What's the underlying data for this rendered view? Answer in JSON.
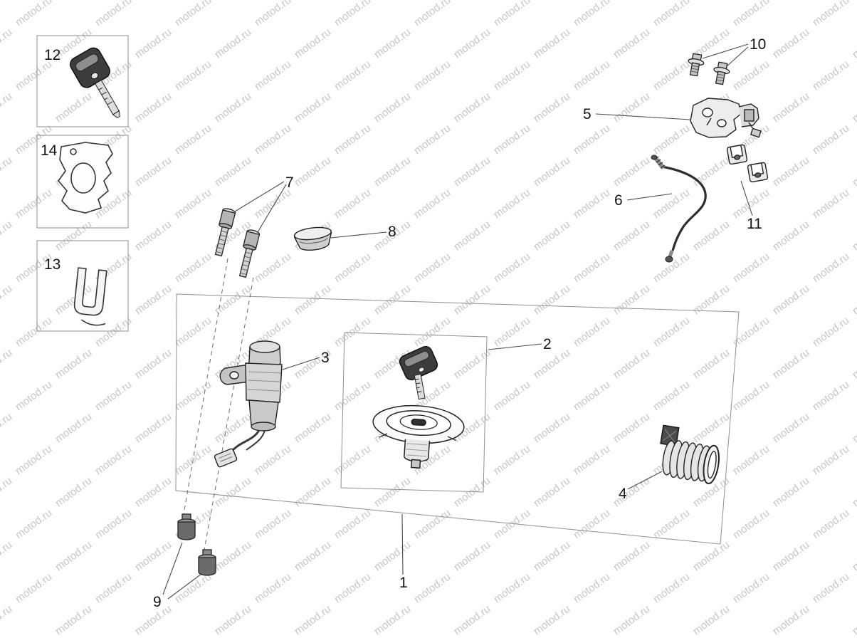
{
  "watermark": {
    "text": "motod.ru",
    "color": "#c7c7c7"
  },
  "part_labels": {
    "p1": "1",
    "p2": "2",
    "p3": "3",
    "p4": "4",
    "p5": "5",
    "p6": "6",
    "p7": "7",
    "p8": "8",
    "p9": "9",
    "p10": "10",
    "p11": "11",
    "p12": "12",
    "p13": "13",
    "p14": "14"
  }
}
